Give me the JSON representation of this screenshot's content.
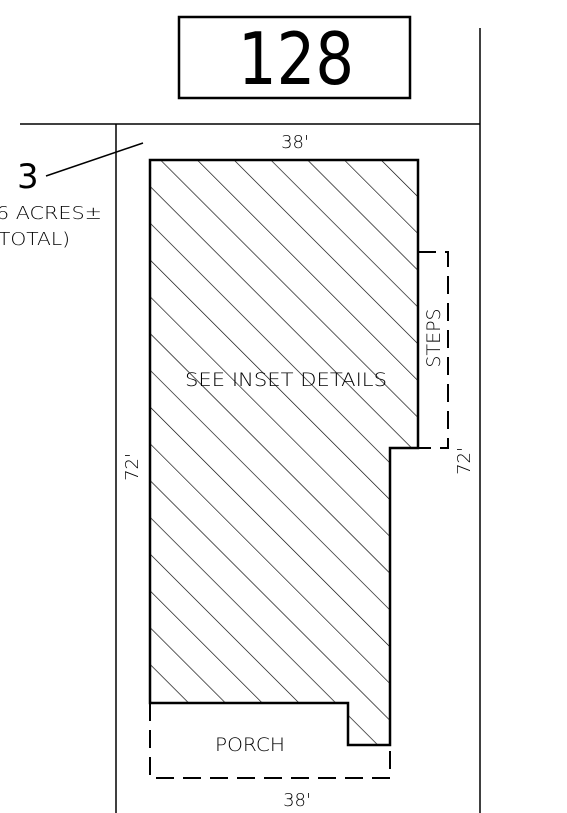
{
  "house_number": "128",
  "lot": {
    "number": "3",
    "area_partial": "6 ACRES±",
    "area_note": "TOTAL)"
  },
  "dimensions": {
    "top": "38'",
    "bottom": "38'",
    "left": "72'",
    "right": "72'"
  },
  "labels": {
    "inset": "SEE INSET DETAILS",
    "steps": "STEPS",
    "porch": "PORCH"
  },
  "colors": {
    "ink": "#000000",
    "paper": "#ffffff"
  }
}
